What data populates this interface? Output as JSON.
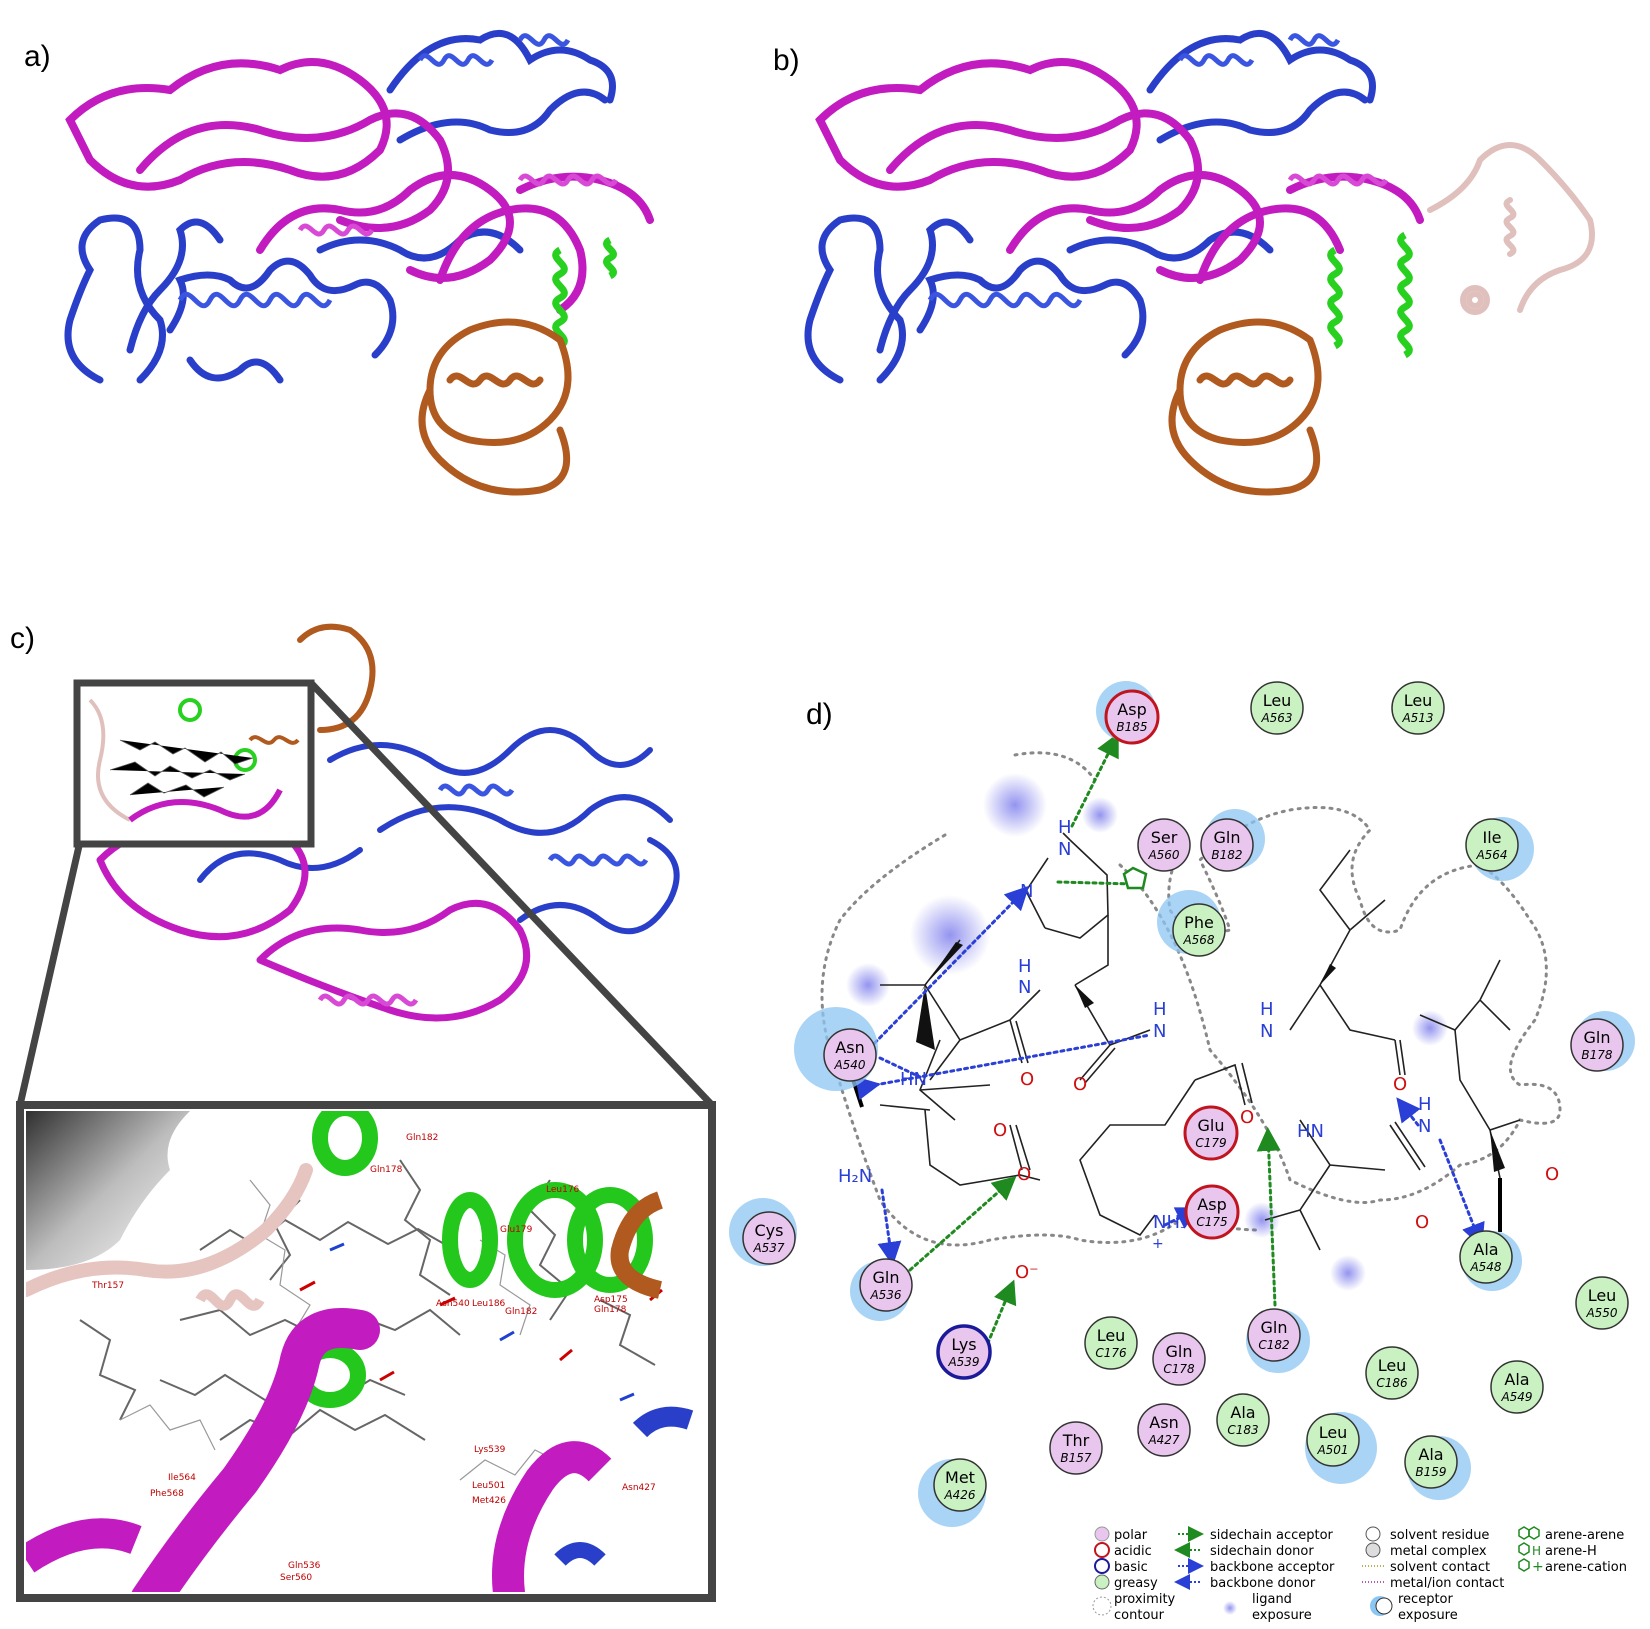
{
  "panels": {
    "a": "a)",
    "b": "b)",
    "c": "c)",
    "d": "d)"
  },
  "colors": {
    "blue": "#2a3fc9",
    "magenta": "#c21cc0",
    "green": "#28d020",
    "brown": "#b05a20",
    "pink": "#e8c8c4",
    "polar": "#e9c6ee",
    "greasy": "#c9f1c2",
    "acidic": "#c0151f",
    "basic": "#1b1b9a",
    "receptor_exposure": "#8cc6f2"
  },
  "residues": [
    {
      "name": "Asp",
      "id": "B185",
      "kind": "acidic"
    },
    {
      "name": "Leu",
      "id": "A563",
      "kind": "greasy"
    },
    {
      "name": "Leu",
      "id": "A513",
      "kind": "greasy"
    },
    {
      "name": "Ser",
      "id": "A560",
      "kind": "polar"
    },
    {
      "name": "Gln",
      "id": "B182",
      "kind": "polar"
    },
    {
      "name": "Ile",
      "id": "A564",
      "kind": "greasy"
    },
    {
      "name": "Phe",
      "id": "A568",
      "kind": "greasy"
    },
    {
      "name": "Gln",
      "id": "B178",
      "kind": "polar"
    },
    {
      "name": "Asn",
      "id": "A540",
      "kind": "polar"
    },
    {
      "name": "Glu",
      "id": "C179",
      "kind": "acidic"
    },
    {
      "name": "Asp",
      "id": "C175",
      "kind": "acidic"
    },
    {
      "name": "Cys",
      "id": "A537",
      "kind": "polar"
    },
    {
      "name": "Gln",
      "id": "A536",
      "kind": "polar"
    },
    {
      "name": "Ala",
      "id": "A548",
      "kind": "greasy"
    },
    {
      "name": "Leu",
      "id": "A550",
      "kind": "greasy"
    },
    {
      "name": "Gln",
      "id": "C182",
      "kind": "polar"
    },
    {
      "name": "Lys",
      "id": "A539",
      "kind": "basic"
    },
    {
      "name": "Leu",
      "id": "C176",
      "kind": "greasy"
    },
    {
      "name": "Gln",
      "id": "C178",
      "kind": "polar"
    },
    {
      "name": "Leu",
      "id": "C186",
      "kind": "greasy"
    },
    {
      "name": "Ala",
      "id": "A549",
      "kind": "greasy"
    },
    {
      "name": "Thr",
      "id": "B157",
      "kind": "polar"
    },
    {
      "name": "Asn",
      "id": "A427",
      "kind": "polar"
    },
    {
      "name": "Ala",
      "id": "C183",
      "kind": "greasy"
    },
    {
      "name": "Leu",
      "id": "A501",
      "kind": "greasy"
    },
    {
      "name": "Ala",
      "id": "B159",
      "kind": "greasy"
    },
    {
      "name": "Met",
      "id": "A426",
      "kind": "greasy"
    }
  ],
  "atoms": [
    "H",
    "N",
    "N",
    "H",
    "N",
    "H",
    "N",
    "H",
    "N",
    "O",
    "O",
    "HN",
    "O",
    "HN",
    "O",
    "H",
    "N",
    "O",
    "O",
    "O",
    "O",
    "H₂N",
    "O",
    "O⁻",
    "NH₃",
    "+"
  ],
  "zoom_labels": [
    "Gln182",
    "Gln178",
    "Leu176",
    "Glu179",
    "Thr157",
    "Asn540",
    "Leu186",
    "Gln182",
    "Asp175",
    "Gln178",
    "Lys539",
    "Asn427",
    "Leu501",
    "Met426",
    "Ile564",
    "Phe568",
    "Gln536",
    "Ser560"
  ],
  "legend": {
    "col1": [
      "polar",
      "acidic",
      "basic",
      "greasy",
      "proximity",
      "contour"
    ],
    "col2": [
      "sidechain acceptor",
      "sidechain donor",
      "backbone acceptor",
      "backbone donor",
      "ligand",
      "exposure"
    ],
    "col3": [
      "solvent residue",
      "metal complex",
      "solvent contact",
      "metal/ion contact",
      "receptor",
      "exposure"
    ],
    "col4": [
      "arene-arene",
      "arene-H",
      "arene-cation"
    ]
  }
}
